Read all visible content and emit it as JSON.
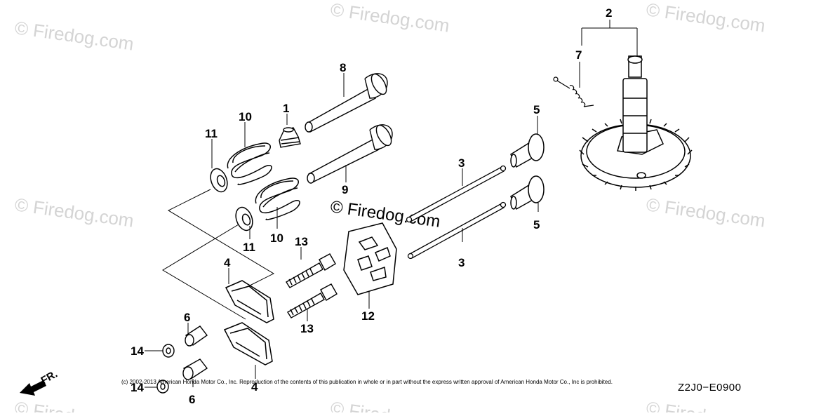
{
  "watermark": "© Firedog.com",
  "center_watermark": "© Firedog.com",
  "part_labels": {
    "p1": "1",
    "p2": "2",
    "p3a": "3",
    "p3b": "3",
    "p4a": "4",
    "p4b": "4",
    "p5a": "5",
    "p5b": "5",
    "p6a": "6",
    "p6b": "6",
    "p7": "7",
    "p8": "8",
    "p9": "9",
    "p10a": "10",
    "p10b": "10",
    "p11a": "11",
    "p11b": "11",
    "p12": "12",
    "p13a": "13",
    "p13b": "13",
    "p14a": "14",
    "p14b": "14"
  },
  "direction_label": "FR.",
  "copyright": "(c) 2002-2013 American Honda Motor Co., Inc. Reproduction of the contents of this publication in whole or in part without the express written approval of American Honda Motor Co., Inc is prohibited.",
  "diagram_code": "Z2J0−E0900"
}
